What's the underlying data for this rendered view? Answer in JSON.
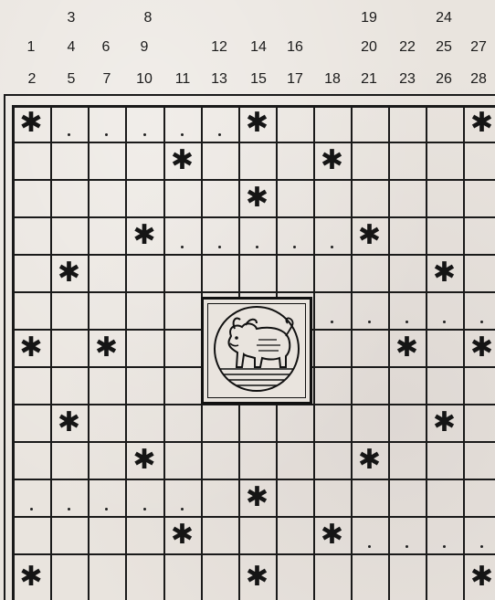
{
  "board": {
    "square_numbers": {
      "row_top": [
        "3",
        "8",
        "19",
        "24"
      ],
      "row_middle": [
        "1",
        "4",
        "6",
        "9",
        "12",
        "14",
        "16",
        "20",
        "22",
        "25",
        "27"
      ],
      "row_bottom": [
        "2",
        "5",
        "7",
        "10",
        "11",
        "13",
        "15",
        "17",
        "18",
        "21",
        "23",
        "26",
        "28"
      ]
    },
    "marker_symbol": "✱",
    "center_image": "bull-emblem-icon",
    "line_color": "#1a1a1a",
    "paper_color": "#e9e4de"
  }
}
